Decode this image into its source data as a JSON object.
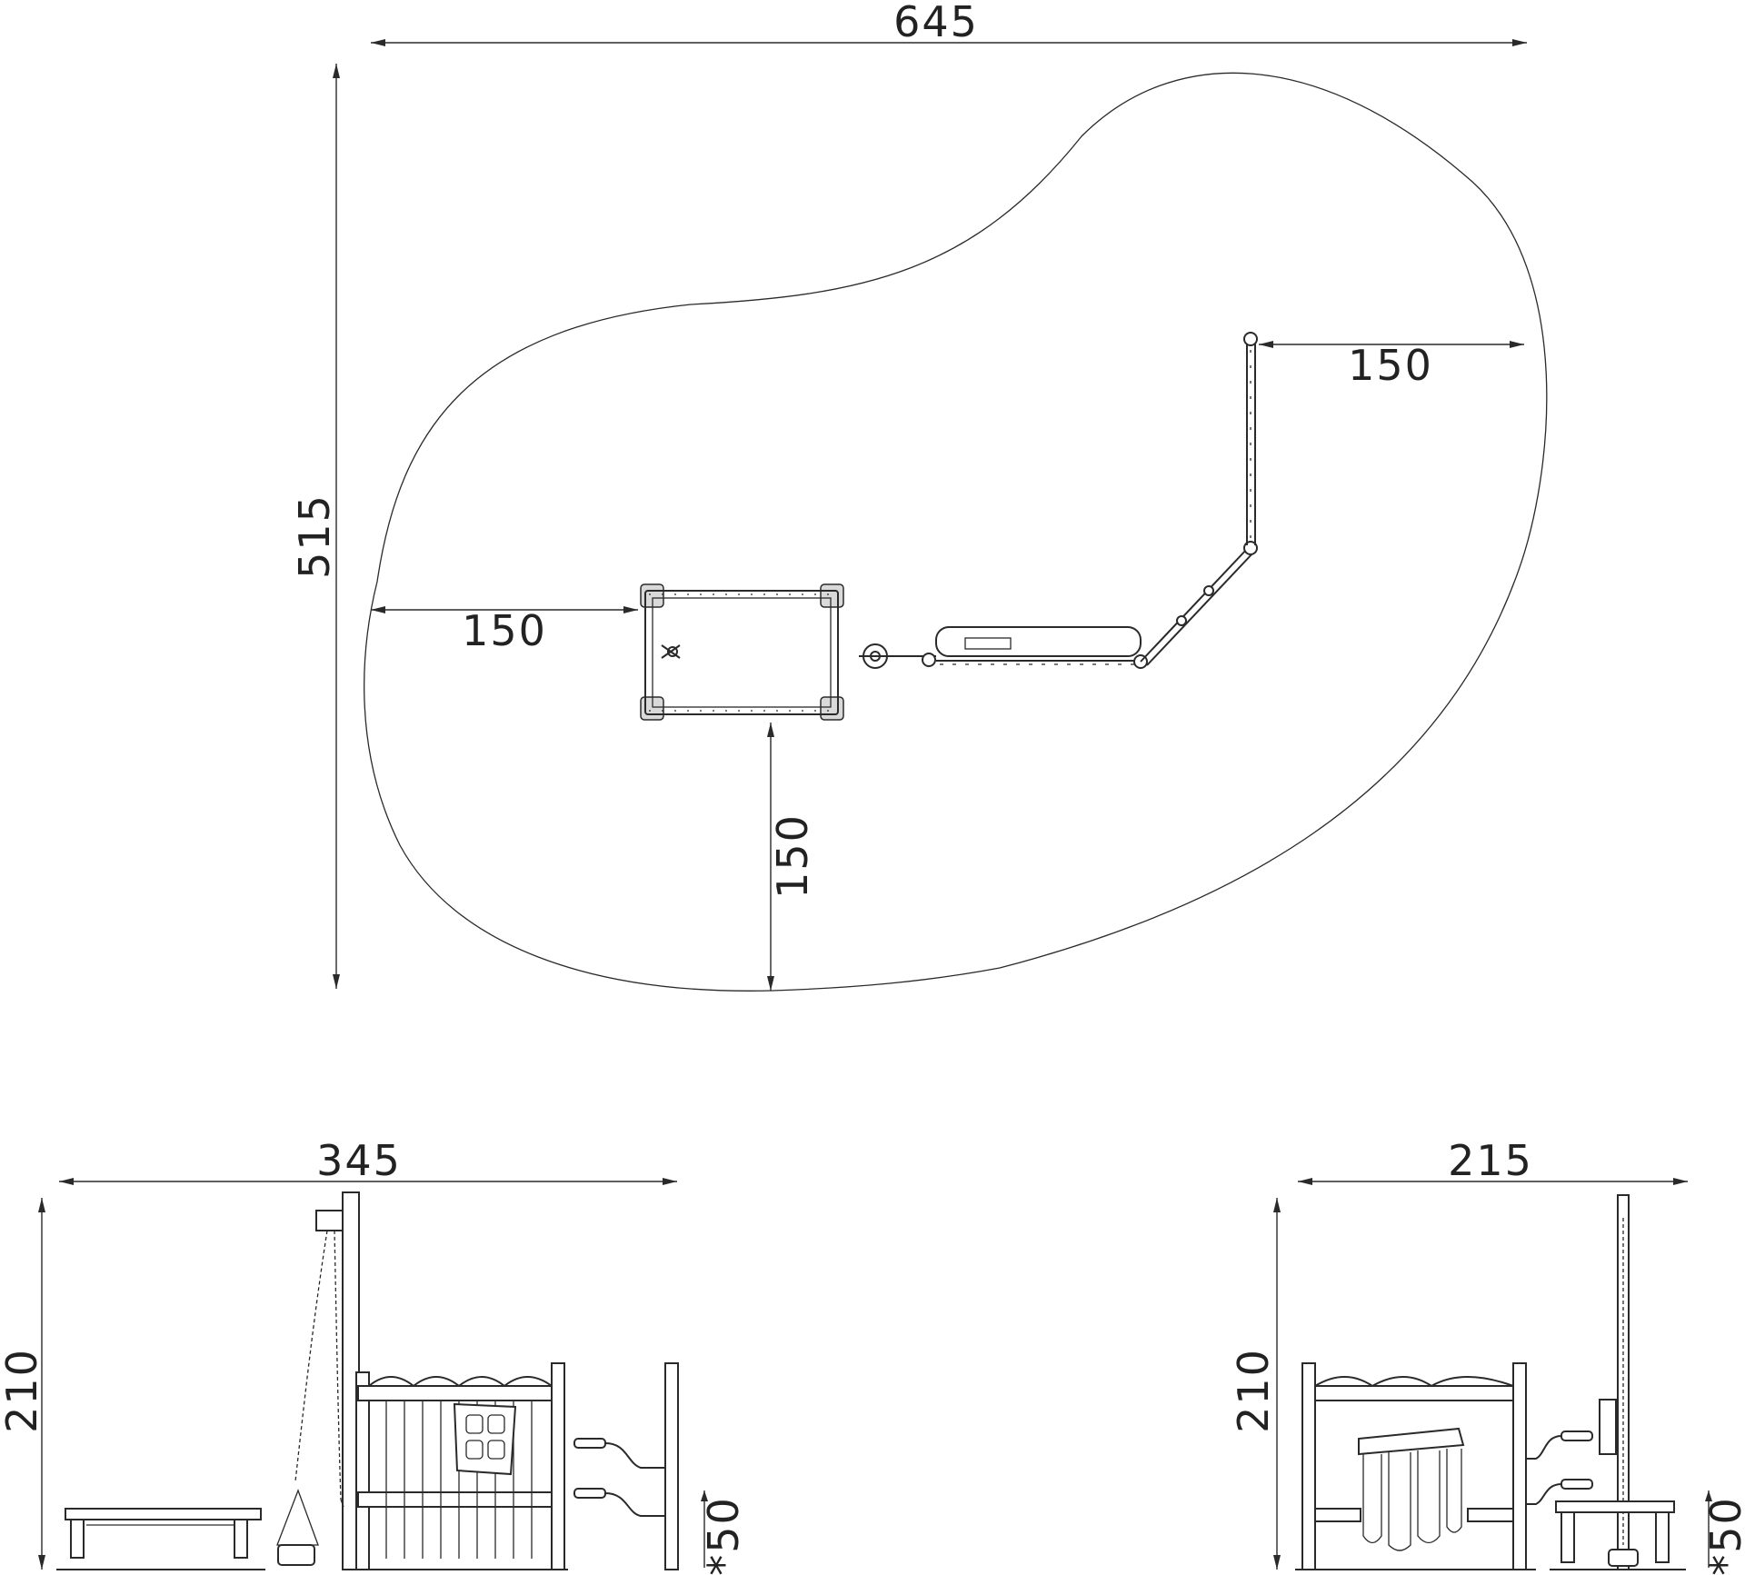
{
  "plan_view": {
    "overall_width": "645",
    "overall_depth": "515",
    "clearance_left": "150",
    "clearance_bottom": "150",
    "clearance_right": "150"
  },
  "front_elevation": {
    "width": "345",
    "height": "210",
    "foundation": "*50"
  },
  "side_elevation": {
    "width": "215",
    "height": "210",
    "foundation": "*50"
  },
  "colors": {
    "line": "#2a2a2a",
    "text": "#222222",
    "background": "#ffffff"
  }
}
